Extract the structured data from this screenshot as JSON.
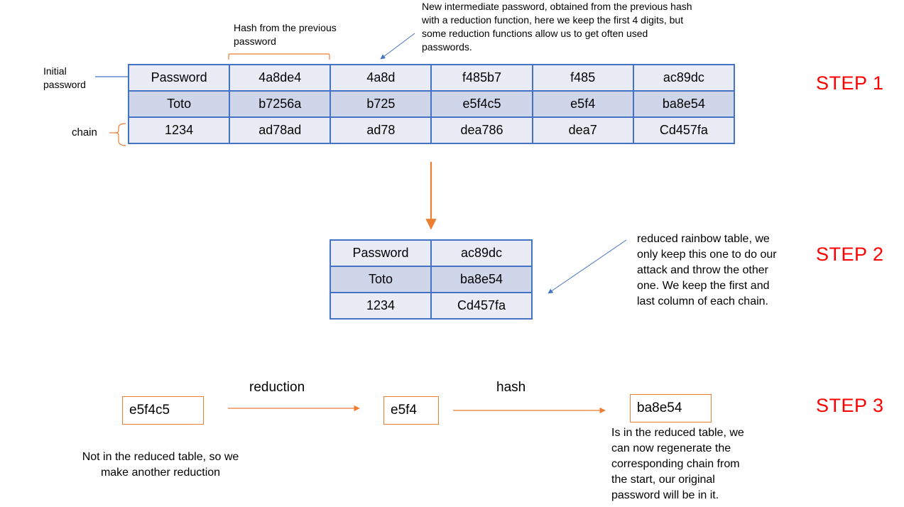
{
  "annotations": {
    "hash_note": "Hash from the previous password",
    "intermediate_note": "New intermediate password, obtained from the previous hash with a reduction function, here we keep the first 4 digits, but some reduction functions allow us to get often used passwords.",
    "initial_password": "Initial password",
    "chain": "chain",
    "reduced_note": "reduced rainbow table, we only keep this one to do our attack and throw the other one. We keep the first and last column of each chain.",
    "not_in_table": "Not in the reduced table, so we make another reduction",
    "in_table": "Is in the reduced table, we can now regenerate the corresponding chain from the start, our original password will be in it."
  },
  "steps": [
    "STEP 1",
    "STEP 2",
    "STEP 3"
  ],
  "full_table": [
    [
      "Password",
      "4a8de4",
      "4a8d",
      "f485b7",
      "f485",
      "ac89dc"
    ],
    [
      "Toto",
      "b7256a",
      "b725",
      "e5f4c5",
      "e5f4",
      "ba8e54"
    ],
    [
      "1234",
      "ad78ad",
      "ad78",
      "dea786",
      "dea7",
      "Cd457fa"
    ]
  ],
  "reduced_table": [
    [
      "Password",
      "ac89dc"
    ],
    [
      "Toto",
      "ba8e54"
    ],
    [
      "1234",
      "Cd457fa"
    ]
  ],
  "flow": {
    "box1": "e5f4c5",
    "arrow1": "reduction",
    "box2": "e5f4",
    "arrow2": "hash",
    "box3": "ba8e54"
  },
  "colors": {
    "table_border": "#4472c4",
    "row_light": "#e9ecf5",
    "row_dark": "#cfd6ea",
    "orange": "#ed7d31",
    "step_red": "#ff0000",
    "arrow_blue": "#4472c4"
  }
}
